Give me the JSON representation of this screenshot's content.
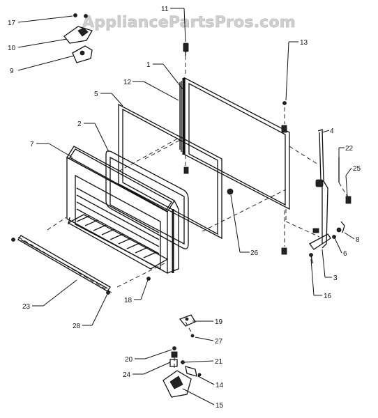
{
  "diagram": {
    "watermark": "AppliancePartsPros.com",
    "callouts": [
      {
        "id": "c1",
        "text": "1"
      },
      {
        "id": "c2",
        "text": "2"
      },
      {
        "id": "c3",
        "text": "3"
      },
      {
        "id": "c4",
        "text": "4"
      },
      {
        "id": "c5",
        "text": "5"
      },
      {
        "id": "c6",
        "text": "6"
      },
      {
        "id": "c7",
        "text": "7"
      },
      {
        "id": "c8",
        "text": "8"
      },
      {
        "id": "c9",
        "text": "9"
      },
      {
        "id": "c10",
        "text": "10"
      },
      {
        "id": "c11",
        "text": "11"
      },
      {
        "id": "c12",
        "text": "12"
      },
      {
        "id": "c13",
        "text": "13"
      },
      {
        "id": "c14",
        "text": "14"
      },
      {
        "id": "c15",
        "text": "15"
      },
      {
        "id": "c16",
        "text": "16"
      },
      {
        "id": "c17",
        "text": "17"
      },
      {
        "id": "c18",
        "text": "18"
      },
      {
        "id": "c19",
        "text": "19"
      },
      {
        "id": "c20",
        "text": "20"
      },
      {
        "id": "c21",
        "text": "21"
      },
      {
        "id": "c22",
        "text": "22"
      },
      {
        "id": "c23",
        "text": "23"
      },
      {
        "id": "c24",
        "text": "24"
      },
      {
        "id": "c25",
        "text": "25"
      },
      {
        "id": "c26",
        "text": "26"
      },
      {
        "id": "c27",
        "text": "27"
      },
      {
        "id": "c28",
        "text": "28"
      }
    ]
  }
}
